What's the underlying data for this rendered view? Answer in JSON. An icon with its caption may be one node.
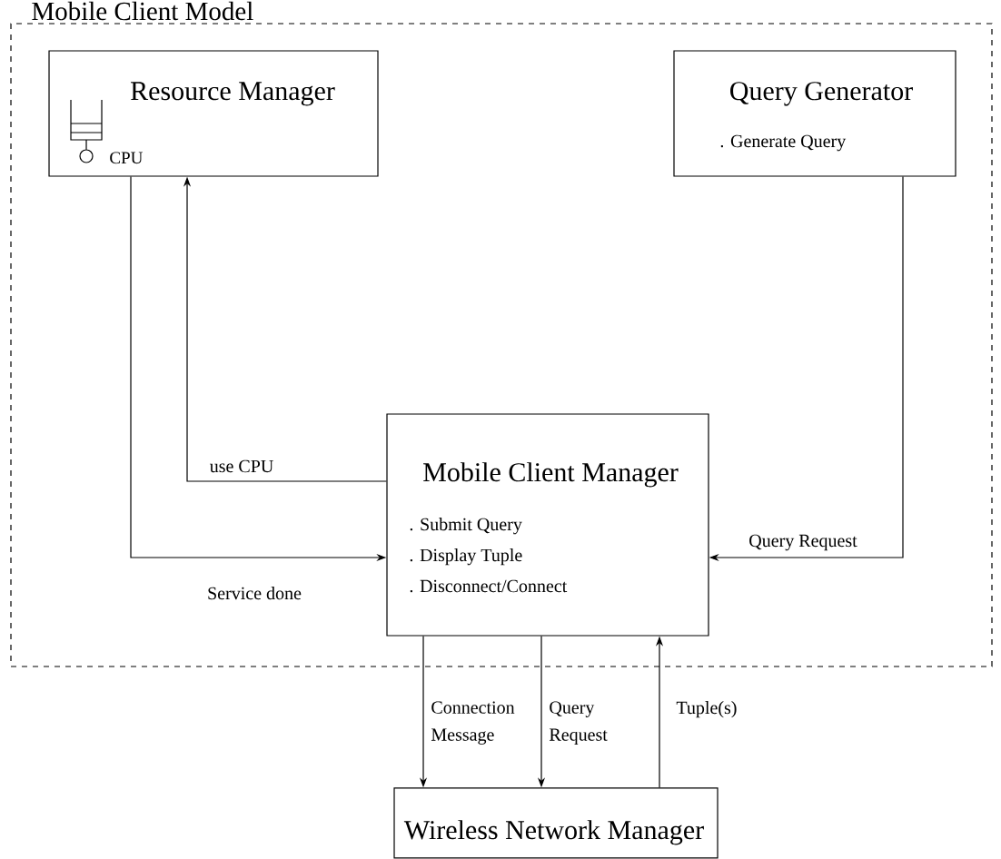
{
  "diagram": {
    "nodes": [
      {
        "text": [
          "Mobile Client Model"
        ]
      },
      {
        "text": [
          "Resource Manager",
          "CPU"
        ],
        "in": 0
      },
      {
        "text": [
          "Query Generator",
          ". Generate Query"
        ],
        "in": 0
      },
      {
        "text": [
          "Mobile Client Manager",
          ". Submit Query",
          ". Display Tuple",
          ". Disconnect/Connect"
        ],
        "in": 0
      },
      {
        "text": [
          "Wireless Network Manager"
        ]
      }
    ],
    "edges": [
      {
        "from": 1,
        "to": 3,
        "arrow": "to",
        "label": "Service done"
      },
      {
        "from": 3,
        "to": 1,
        "arrow": "to",
        "label": "use CPU"
      },
      {
        "from": 2,
        "to": 3,
        "arrow": "to",
        "label": "Query Request"
      },
      {
        "from": 3,
        "to": 4,
        "arrow": "to",
        "label": "Connection Message"
      },
      {
        "from": 3,
        "to": 4,
        "arrow": "to",
        "label": "Query Request"
      },
      {
        "from": 4,
        "to": 3,
        "arrow": "to",
        "label": "Tuple(s)"
      }
    ]
  }
}
